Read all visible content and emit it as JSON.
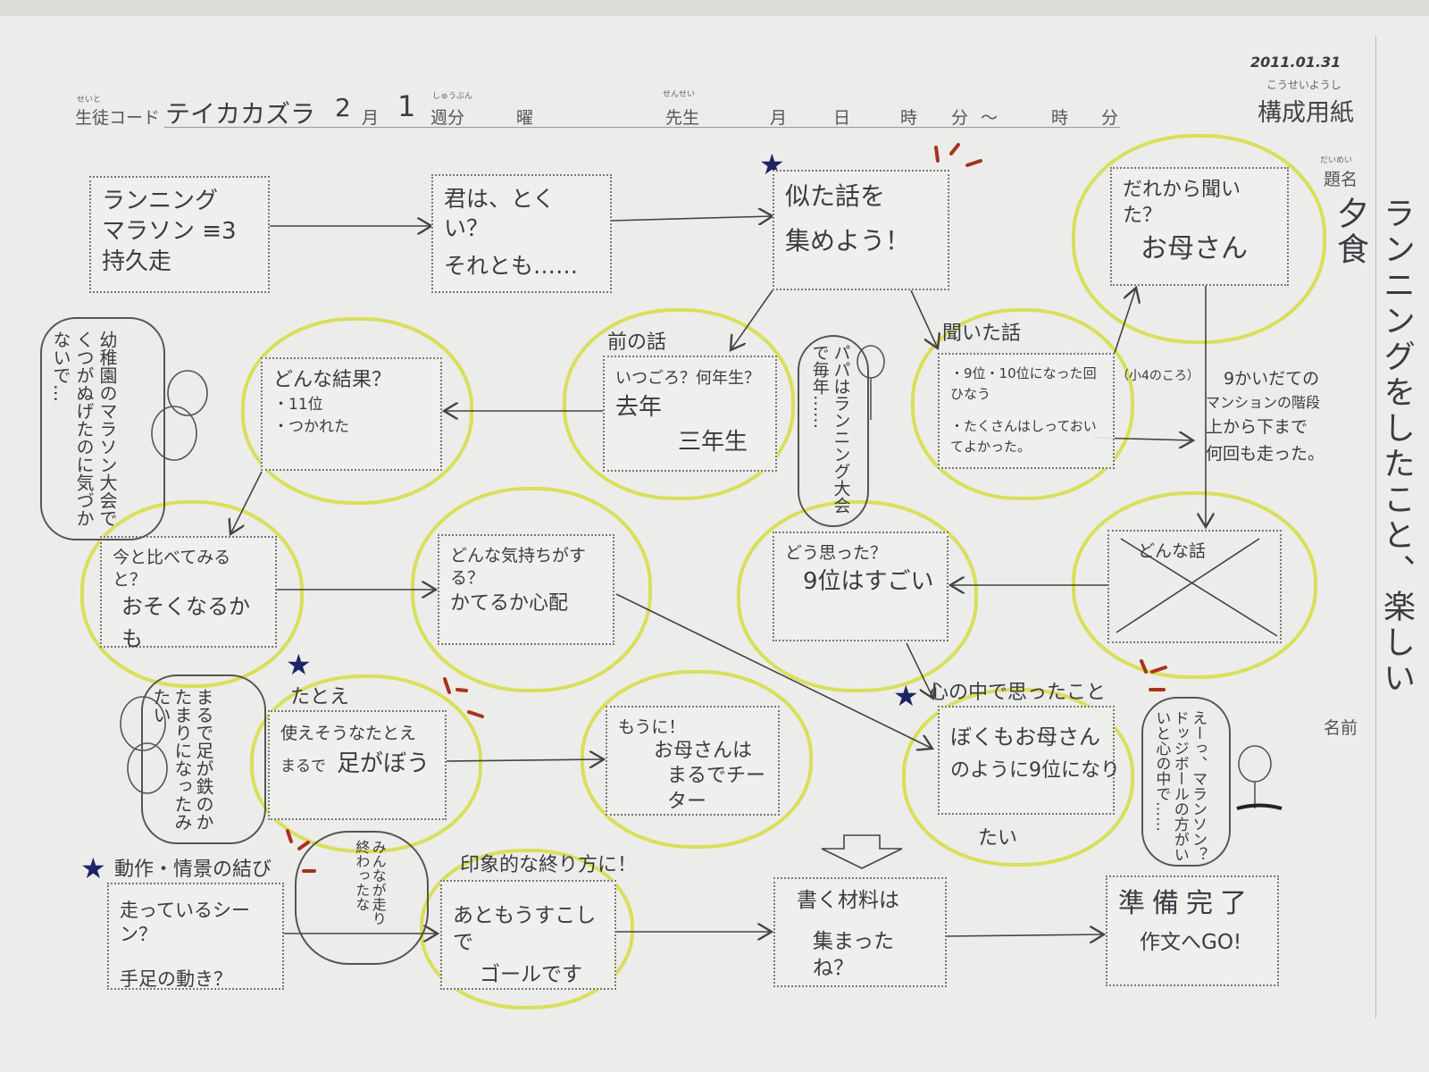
{
  "header": {
    "student_code_label": "生徒コード",
    "student_code_ruby": "せいと",
    "student_name": "テイカカズラ",
    "month_value": "2",
    "month_label": "月",
    "week_value": "1",
    "week_label": "週分",
    "week_ruby": "しゅうぶん",
    "day_label": "曜",
    "teacher_label": "先生",
    "teacher_ruby": "せんせい",
    "date_month_label": "月",
    "date_day_label": "日",
    "hour_label": "時",
    "minute_label": "分",
    "range_sep": "～",
    "hour2_label": "時",
    "minute2_label": "分",
    "stamp_date": "2011.01.31",
    "sheet_title_ruby": "こうせいようし",
    "sheet_title": "構成用紙"
  },
  "side": {
    "title_label": "題名",
    "title_ruby": "だいめい",
    "title_value": "ランニングをしたこと、楽しい夕食",
    "name_label": "名前"
  },
  "boxes": [
    {
      "lines": [
        "ランニング",
        "マラソン ≡3",
        "持久走"
      ]
    },
    {
      "lines": [
        "君は、とくい？",
        "それとも……"
      ]
    },
    {
      "lines": [
        "似た話を",
        "集めよう！"
      ]
    },
    {
      "question": "だれから聞いた？",
      "answer": "お母さん"
    },
    {
      "question": "どんな結果？",
      "items": [
        "・11位",
        "・つかれた"
      ]
    },
    {
      "label": "前の話",
      "question": "いつごろ？何年生？",
      "answer1": "去年",
      "answer2": "三年生"
    },
    {
      "label": "聞いた話",
      "items": [
        "・9位・10位になった回ひなう",
        "・たくさんはしっておいてよかった。"
      ],
      "note": "（小4のころ）"
    },
    {
      "question": "今と比べてみると？",
      "answer": "おそくなるかも"
    },
    {
      "question": "どんな気持ちがする？",
      "answer": "かてるか心配"
    },
    {
      "question": "どう思った？",
      "answer": "9位はすごい"
    },
    {
      "question": "どんな話"
    },
    {
      "label": "たとえ",
      "question": "使えそうなたとえ",
      "prefix": "まるで",
      "answer": "足がぼう"
    },
    {
      "question": "もうに！",
      "answer1": "お母さんは",
      "answer2": "まるでチーター"
    },
    {
      "label": "心の中で思ったこと",
      "answer1": "ぼくもお母さん",
      "answer2": "のように9位になり",
      "answer3": "たい"
    },
    {
      "label": "動作・情景の結び",
      "question": "走っているシーン？",
      "answer": "手足の動き？"
    },
    {
      "label": "印象的な終り方に！",
      "answer1": "あともうすこしで",
      "answer2": "ゴールです"
    },
    {
      "lines": [
        "書く材料は",
        "集まったね？"
      ]
    },
    {
      "lines": [
        "準備完了",
        "作文へGO!"
      ]
    }
  ],
  "notes": {
    "stairs": [
      "9かいだての",
      "マンションの階段",
      "上から下まで",
      "何回も走った。"
    ],
    "kindergarten": "幼稚園のマラソン大会でくつがぬげたのに気づかないで…",
    "papa": "パパはランニング大会で毎年……",
    "iron_legs": "まるで足が鉄のかたまりになったみたい",
    "finished": "みんなが走り終わったな",
    "dodgeball": "えーっ、マランソン？ドッジボールの方がいいと心の中で……"
  },
  "colors": {
    "cloud": "#d9df5a",
    "star": "#1c2466",
    "accent_red": "#a8321e",
    "ink": "#3b3b42"
  }
}
